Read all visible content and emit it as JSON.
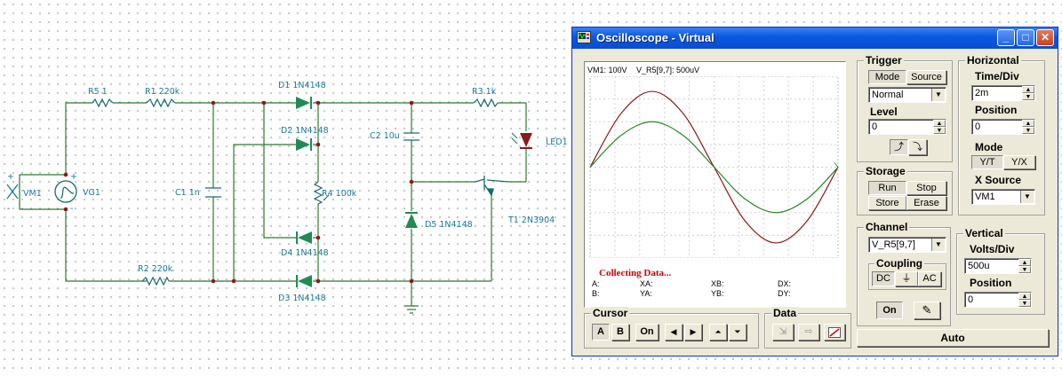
{
  "schematic": {
    "labels": {
      "vm1": "VM1",
      "vg1": "VG1",
      "r5": "R5 1",
      "r1": "R1 220k",
      "r2": "R2 220k",
      "c1": "C1 1n",
      "d1": "D1 1N4148",
      "d2": "D2 1N4148",
      "d3": "D3 1N4148",
      "d4": "D4 1N4148",
      "r4": "R4 100k",
      "c2": "C2 10u",
      "d5": "D5 1N4148",
      "r3": "R3 1k",
      "led1": "LED1",
      "t1": "T1 2N3904",
      "plus1": "+",
      "minus1": "-",
      "plus2": "+",
      "minus2": "-"
    }
  },
  "oscilloscope": {
    "title": "Oscilloscope - Virtual",
    "colors": {
      "vm1": "#8b1a1a",
      "vr5": "#228b22",
      "titlebar": "#0a58e0"
    },
    "screen": {
      "legend_vm1": "VM1: 100V",
      "legend_vr5": "V_R5[9,7]: 500uV",
      "status": "Collecting Data...",
      "cursor_labels": {
        "a": "A:",
        "b": "B:",
        "xa": "XA:",
        "ya": "YA:",
        "xb": "XB:",
        "yb": "YB:",
        "dx": "DX:",
        "dy": "DY:"
      }
    },
    "trigger": {
      "title": "Trigger",
      "mode_label": "Mode",
      "source_label": "Source",
      "mode_value": "Normal",
      "level_label": "Level",
      "level_value": "0"
    },
    "storage": {
      "title": "Storage",
      "run": "Run",
      "stop": "Stop",
      "store": "Store",
      "erase": "Erase"
    },
    "horizontal": {
      "title": "Horizontal",
      "timediv_label": "Time/Div",
      "timediv_value": "2m",
      "position_label": "Position",
      "position_value": "0",
      "mode_label": "Mode",
      "yt": "Y/T",
      "yx": "Y/X",
      "xsource_label": "X Source",
      "xsource_value": "VM1"
    },
    "channel": {
      "title": "Channel",
      "value": "V_R5[9,7]",
      "coupling_label": "Coupling",
      "dc": "DC",
      "ac": "AC",
      "on": "On"
    },
    "vertical": {
      "title": "Vertical",
      "voltsdiv_label": "Volts/Div",
      "voltsdiv_value": "500u",
      "position_label": "Position",
      "position_value": "0"
    },
    "cursor": {
      "title": "Cursor",
      "a": "A",
      "b": "B",
      "on": "On"
    },
    "data": {
      "title": "Data"
    },
    "auto": "Auto"
  },
  "chart_data": {
    "type": "line",
    "x": [
      0,
      0.125,
      0.25,
      0.375,
      0.5,
      0.625,
      0.75,
      0.875,
      1
    ],
    "series": [
      {
        "name": "VM1: 100V",
        "values": [
          0,
          0.71,
          1,
          0.71,
          0,
          -0.71,
          -1,
          -0.71,
          0
        ]
      },
      {
        "name": "V_R5[9,7]: 500uV",
        "values": [
          0,
          0.42,
          0.6,
          0.42,
          0,
          -0.42,
          -0.6,
          -0.42,
          0
        ]
      }
    ],
    "ylim": [
      -1.2,
      1.2
    ],
    "grid": true
  }
}
